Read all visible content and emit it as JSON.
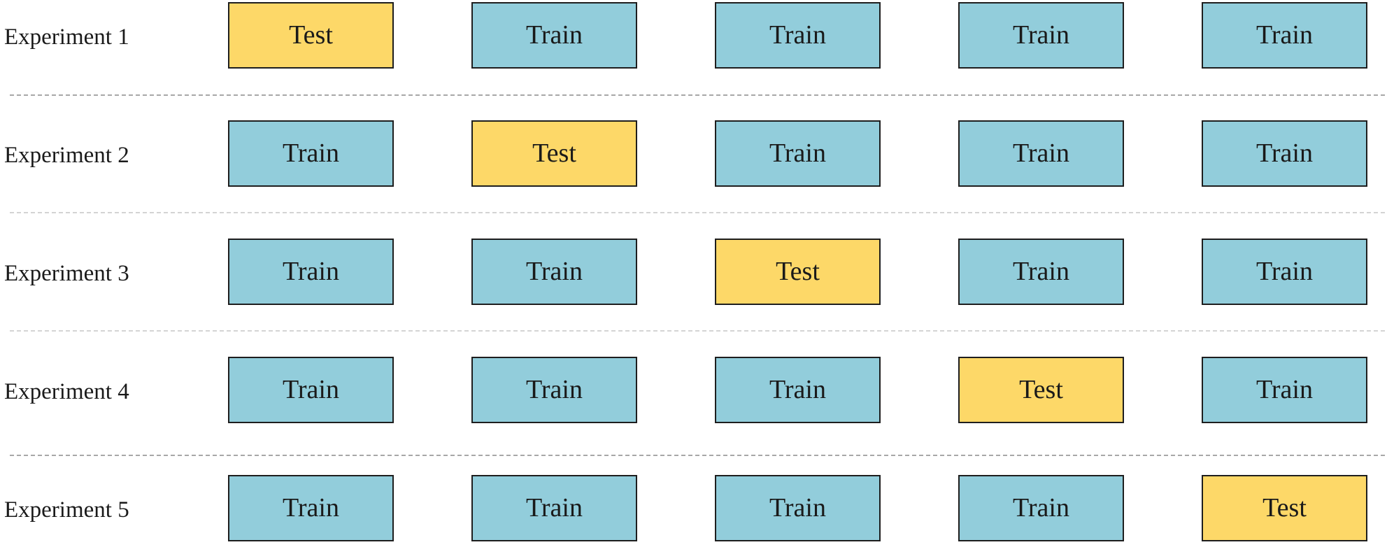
{
  "experiments": [
    {
      "label": "Experiment 1",
      "folds": [
        "Test",
        "Train",
        "Train",
        "Train",
        "Train"
      ]
    },
    {
      "label": "Experiment 2",
      "folds": [
        "Train",
        "Test",
        "Train",
        "Train",
        "Train"
      ]
    },
    {
      "label": "Experiment 3",
      "folds": [
        "Train",
        "Train",
        "Test",
        "Train",
        "Train"
      ]
    },
    {
      "label": "Experiment 4",
      "folds": [
        "Train",
        "Train",
        "Train",
        "Test",
        "Train"
      ]
    },
    {
      "label": "Experiment 5",
      "folds": [
        "Train",
        "Train",
        "Train",
        "Train",
        "Test"
      ]
    }
  ],
  "colors": {
    "train": "#92cddb",
    "test": "#fdd868",
    "border": "#1e1e1e",
    "separator_dark": "#a8a8a8",
    "separator_light": "#d4d4d4"
  }
}
